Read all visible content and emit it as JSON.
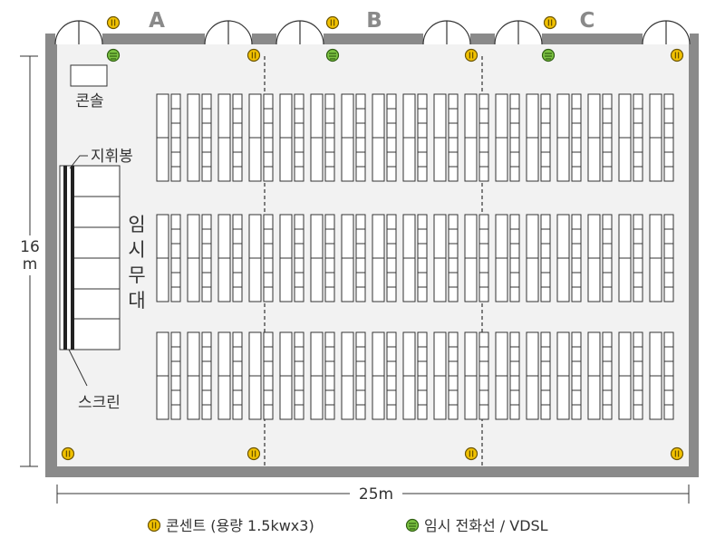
{
  "sections": [
    "A",
    "B",
    "C"
  ],
  "labels": {
    "console": "콘솔",
    "baton": "지휘봉",
    "stage": "임시무대",
    "screen": "스크린"
  },
  "dimensions": {
    "width": "25m",
    "height_value": "16",
    "height_unit": "m"
  },
  "legend": [
    {
      "text": "콘센트 (용량 1.5kwx3)",
      "icon": "outlet-icon",
      "color": "#f2c200"
    },
    {
      "text": "임시 전화선 / VDSL",
      "icon": "phone-line-icon",
      "color": "#7cc242"
    }
  ],
  "colors": {
    "wall": "#8a8a8a",
    "floor": "#f2f2f2",
    "outlet": "#f2c200",
    "phone": "#7cc242",
    "text": "#333333",
    "section_label": "#8a8a8a"
  }
}
